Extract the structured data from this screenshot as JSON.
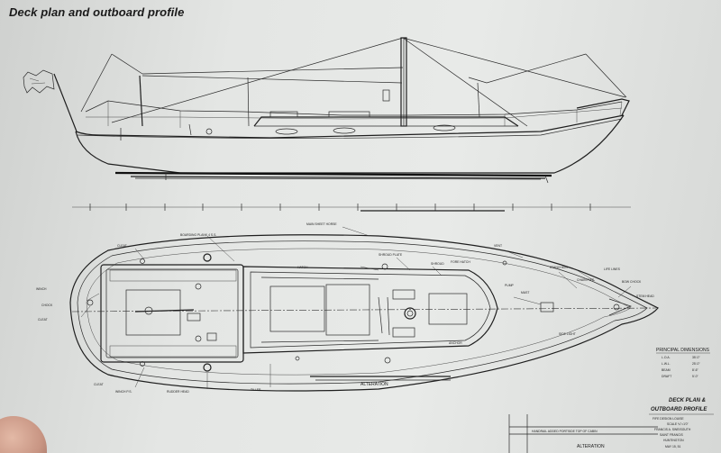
{
  "title": "Deck plan and outboard profile",
  "title_block": {
    "heading": "DECK PLAN &",
    "subheading": "OUTBOARD PROFILE",
    "line1": "FIFE DESIGN LOUISE",
    "line2": "SCALE ¾\"=1'0\"",
    "line3": "FRANCIS A. SWEISGUTH",
    "line4": "SAINT FRANCIS",
    "line5": "HUNTINGTON",
    "line6": "MAY 15, 51"
  },
  "dimensions": {
    "heading": "PRINCIPAL DIMENSIONS",
    "rows": [
      {
        "label": "L.O.A.",
        "value": "35'-0\""
      },
      {
        "label": "L.W.L.",
        "value": "25'-0\""
      },
      {
        "label": "BEAM",
        "value": "8'-6\""
      },
      {
        "label": "DRAFT",
        "value": "5'-0\""
      }
    ]
  },
  "alteration_label": "ALTERATION",
  "revision_note": "HANDRAIL ADDED PORTSIDE TOP OF CABIN",
  "annotations": [
    "BOARDING PLANK 4 S.S.",
    "CLEAT",
    "WINCH",
    "CHOCK",
    "CLEAT",
    "MAIN SHEET HORSE",
    "HATCH",
    "SHROUD PLATE",
    "SHROUD",
    "FORE HATCH",
    "VENT",
    "STANCHION",
    "PUMP",
    "MAST",
    "CHAIN PIPE",
    "BOW CHOCK",
    "STEM HEAD",
    "WINCH P.S.",
    "CLEAT",
    "RUDDER HEAD",
    "TILLER",
    "SIDE LIGHT",
    "ANCHOR",
    "LIFE LINES"
  ]
}
